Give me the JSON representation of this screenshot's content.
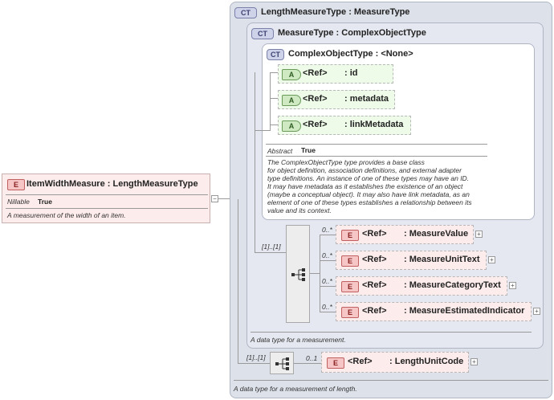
{
  "root": {
    "badge": "E",
    "name": "ItemWidthMeasure",
    "type": ": LengthMeasureType",
    "prop_label": "Nillable",
    "prop_value": "True",
    "description": "A measurement of the width of an item."
  },
  "length_type": {
    "badge": "CT",
    "title": "LengthMeasureType : MeasureType",
    "description": "A data type for a measurement of length."
  },
  "measure_type": {
    "badge": "CT",
    "title": "MeasureType : ComplexObjectType",
    "description": "A data type for a measurement."
  },
  "complex_type": {
    "badge": "CT",
    "title": "ComplexObjectType : <None>",
    "prop_label": "Abstract",
    "prop_value": "True",
    "description_lines": [
      "The ComplexObjectType type provides a base class",
      "for object definition, association definitions, and external adapter",
      "type definitions. An instance of one of these types may have an ID.",
      "It may have metadata as it establishes the existence of an object",
      "(maybe a conceptual object). It may also have link metadata, as an",
      "element of one of these types establishes a relationship between its",
      "value and its context."
    ]
  },
  "attributes": [
    {
      "badge": "A",
      "ref": "<Ref>",
      "name": ": id"
    },
    {
      "badge": "A",
      "ref": "<Ref>",
      "name": ": metadata"
    },
    {
      "badge": "A",
      "ref": "<Ref>",
      "name": ": linkMetadata"
    }
  ],
  "sequence_cardinality": "[1]..[1]",
  "measure_elements": [
    {
      "card": "0..*",
      "badge": "E",
      "ref": "<Ref>",
      "name": ": MeasureValue"
    },
    {
      "card": "0..*",
      "badge": "E",
      "ref": "<Ref>",
      "name": ": MeasureUnitText"
    },
    {
      "card": "0..*",
      "badge": "E",
      "ref": "<Ref>",
      "name": ": MeasureCategoryText"
    },
    {
      "card": "0..*",
      "badge": "E",
      "ref": "<Ref>",
      "name": ": MeasureEstimatedIndicator"
    }
  ],
  "length_sequence_cardinality": "[1]..[1]",
  "length_element": {
    "card": "0..1",
    "badge": "E",
    "ref": "<Ref>",
    "name": ": LengthUnitCode"
  },
  "collapse_glyph": "−",
  "expand_glyph": "+"
}
